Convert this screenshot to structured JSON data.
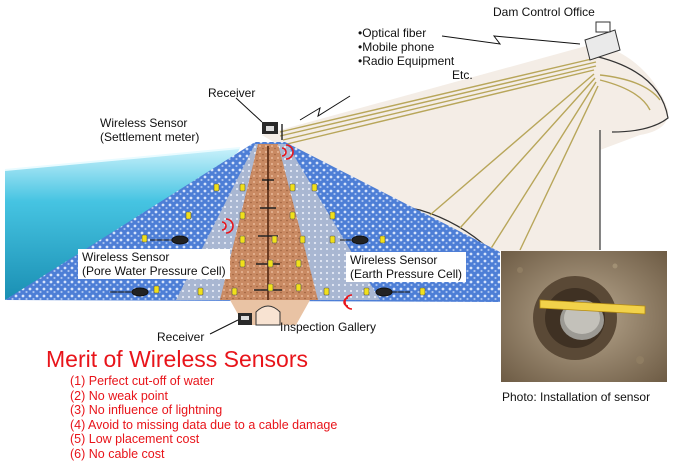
{
  "labels": {
    "dam_control_office": "Dam Control Office",
    "comm_items": [
      "•Optical fiber",
      "•Mobile phone",
      "•Radio Equipment"
    ],
    "etc": "Etc.",
    "receiver_top": "Receiver",
    "settlement_line1": "Wireless Sensor",
    "settlement_line2": "(Settlement meter)",
    "pore_line1": "Wireless Sensor",
    "pore_line2": "(Pore Water Pressure Cell)",
    "earth_line1": "Wireless Sensor",
    "earth_line2": "(Earth Pressure Cell)",
    "receiver_bottom": "Receiver",
    "inspection_gallery": "Inspection Gallery",
    "photo_caption": "Photo: Installation of sensor"
  },
  "merit": {
    "title": "Merit of Wireless Sensors",
    "items": [
      "(1) Perfect cut-off of water",
      "(2) No weak point",
      "(3) No influence of lightning",
      "(4) Avoid to missing data due to a cable damage",
      "(5) Low placement cost",
      "(6) No cable cost"
    ]
  },
  "colors": {
    "water": "#2ab3d4",
    "fill": "#4d7ed6",
    "core": "#c98a63",
    "filter": "#9aa9c6",
    "merit": "#e8141a",
    "beam": "#f3ebe3",
    "cable": "#b8a65a"
  }
}
